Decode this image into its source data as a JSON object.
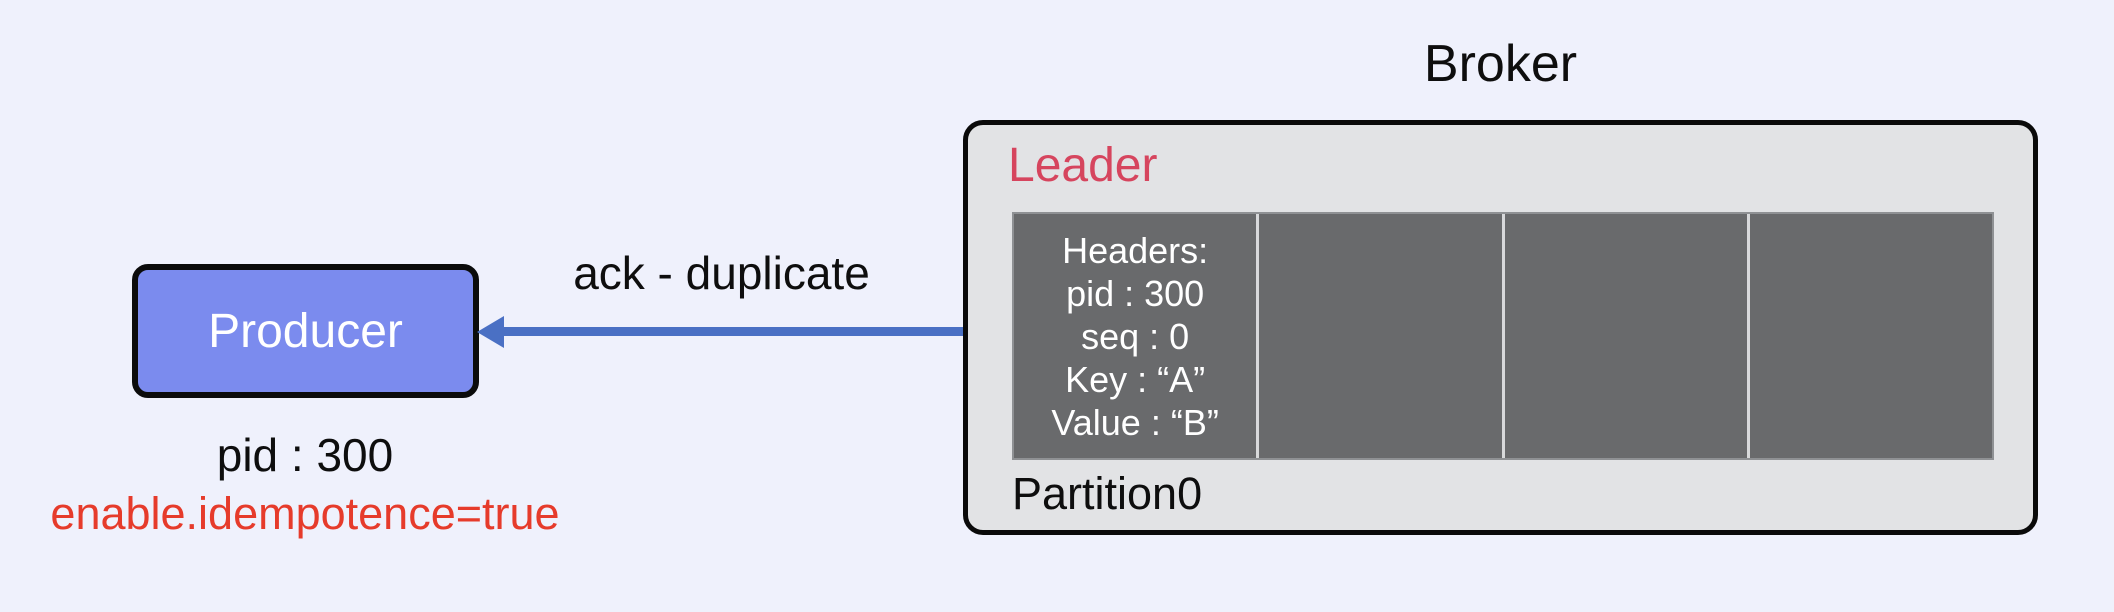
{
  "diagram": {
    "producer": {
      "label": "Producer",
      "pid": "pid : 300",
      "config": "enable.idempotence=true"
    },
    "arrow": {
      "label": "ack - duplicate"
    },
    "broker": {
      "title": "Broker",
      "leader": "Leader",
      "partition": "Partition0",
      "message": {
        "lines": [
          "Headers:",
          "pid : 300",
          "seq : 0",
          "Key : “A”",
          "Value : “B”"
        ]
      },
      "empty_cell_count": 3
    },
    "colors": {
      "background": "#eff1fc",
      "producer_fill": "#7b8bee",
      "arrow_blue": "#4a70c4",
      "leader_red": "#d6455e",
      "config_red": "#e63b2b",
      "broker_fill": "#e2e3e5",
      "log_fill": "#696a6c",
      "box_border": "#0a0a0a"
    }
  }
}
